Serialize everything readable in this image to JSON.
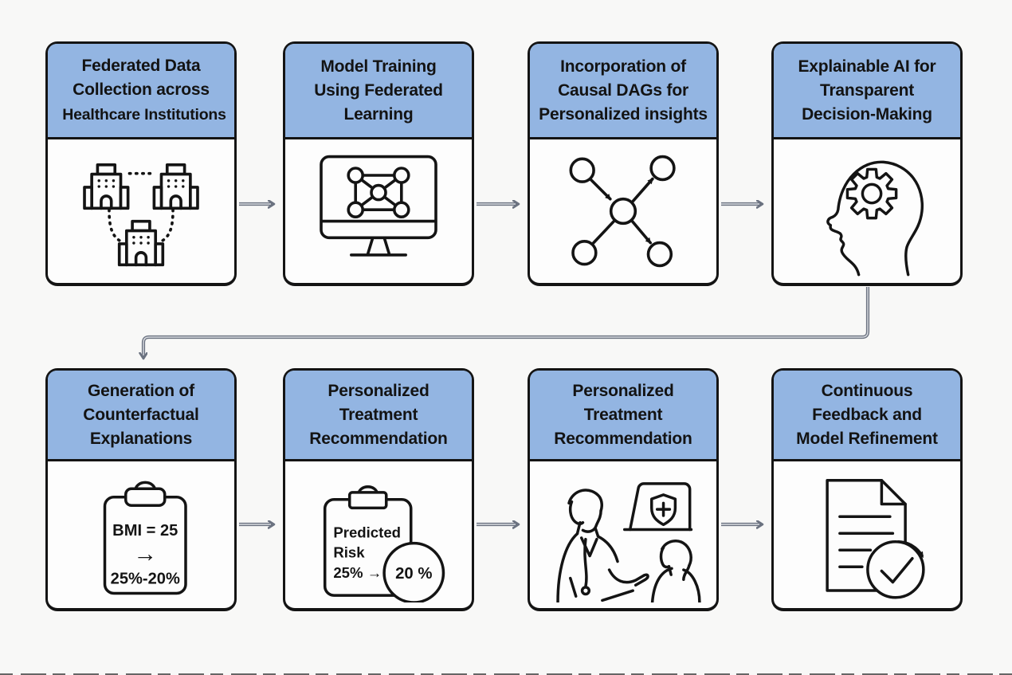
{
  "diagram": {
    "type": "flowchart",
    "title": "Federated learning pipeline for personalized healthcare",
    "colors": {
      "header_blue": "#93b5e2",
      "card_border": "#141414",
      "card_fill": "#fdfdfd",
      "arrow_gray": "#6b7280",
      "background": "#f8f8f7",
      "icon_stroke": "#141414"
    },
    "steps": [
      {
        "icon": "federated-hospitals-icon",
        "lines": [
          "Federated Data",
          "Collection across",
          "Healthcare Institutions"
        ]
      },
      {
        "icon": "federated-learning-monitor-icon",
        "lines": [
          "Model Training",
          "Using Federated",
          "Learning"
        ]
      },
      {
        "icon": "causal-dag-icon",
        "lines": [
          "Incorporation of",
          "Causal DAGs for",
          "Personalized insights"
        ]
      },
      {
        "icon": "head-gear-icon",
        "lines": [
          "Explainable AI for",
          "Transparent",
          "Decision-Making"
        ]
      },
      {
        "icon": "counterfactual-clipboard-icon",
        "lines": [
          "Generation of",
          "Counterfactual",
          "Explanations"
        ],
        "icon_text": {
          "line1": "BMI = 25",
          "arrow": "→",
          "line2": "25%-20%"
        }
      },
      {
        "icon": "predicted-risk-clipboard-icon",
        "lines": [
          "Personalized",
          "Treatment",
          "Recommendation"
        ],
        "icon_text": {
          "line1": "Predicted",
          "line2": "Risk",
          "line3": "25% →",
          "circle_value": "20 %"
        }
      },
      {
        "icon": "doctor-patient-icon",
        "lines": [
          "Personalized",
          "Treatment",
          "Recommendation"
        ]
      },
      {
        "icon": "document-check-icon",
        "lines": [
          "Continuous",
          "Feedback and",
          "Model Refinement"
        ]
      }
    ],
    "flow": [
      "step1→step2",
      "step2→step3",
      "step3→step4",
      "step4→step5(wrap-around)",
      "step5→step6",
      "step6→step7",
      "step7→step8"
    ]
  }
}
